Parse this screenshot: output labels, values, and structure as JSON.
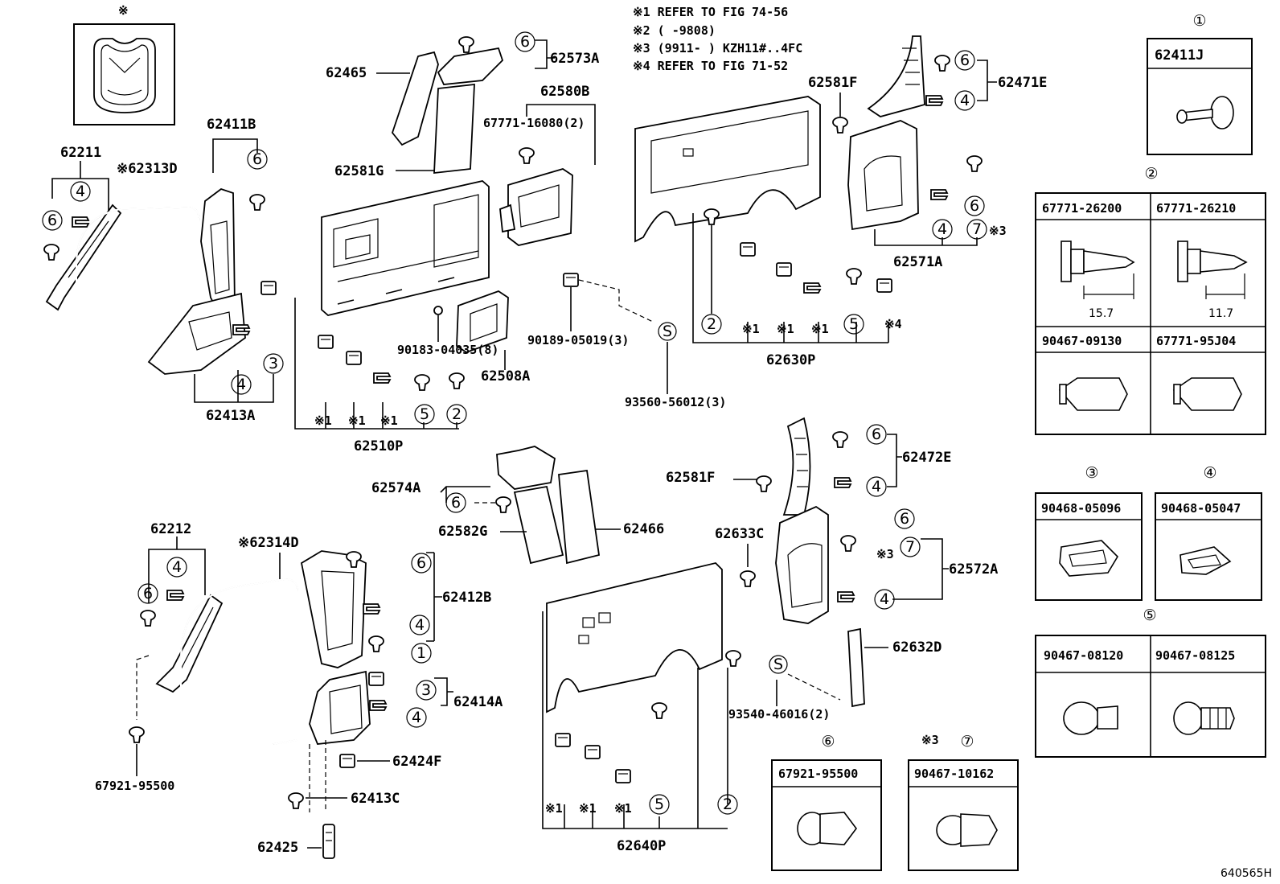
{
  "notes": {
    "n1": "※1 REFER TO FIG 74-56",
    "n2": "※2 (      -9808)",
    "n3": "※3 (9911-      ) KZH11#..4FC",
    "n4": "※4 REFER TO FIG 71-52"
  },
  "asterisk_top": "※",
  "figure_code": "640565H",
  "labels": {
    "p62465": "62465",
    "p62573A": "62573A",
    "p62580B": "62580B",
    "p67771_16080": "67771-16080(2)",
    "p62581G": "62581G",
    "p62411B": "62411B",
    "p62211": "62211",
    "p62313D": "※62313D",
    "p62413A": "62413A",
    "p62510P": "62510P",
    "p90183": "90183-04035(8)",
    "p62508A": "62508A",
    "p90189": "90189-05019(3)",
    "p93560": "93560-56012(3)",
    "p62581F_top": "62581F",
    "p62471E": "62471E",
    "p62571A": "62571A",
    "p62630P": "62630P",
    "p62574A": "62574A",
    "p62582G": "62582G",
    "p62466": "62466",
    "p62581F_mid": "62581F",
    "p62472E": "62472E",
    "p62633C": "62633C",
    "p62572A": "62572A",
    "p62632D": "62632D",
    "p93540": "93540-46016(2)",
    "p62212": "62212",
    "p62314D": "※62314D",
    "p62412B": "62412B",
    "p62414A": "62414A",
    "p62424F": "62424F",
    "p62413C": "62413C",
    "p62425": "62425",
    "p67921_left": "67921-95500",
    "p62640P": "62640P"
  },
  "markers": {
    "m1": "※1",
    "m3": "※3",
    "m4": "※4",
    "s": "S",
    "c1": "1",
    "c2": "2",
    "c3": "3",
    "c4": "4",
    "c5": "5",
    "c6": "6",
    "c7": "7"
  },
  "legend": {
    "g1": {
      "num": "①",
      "parts": [
        "62411J"
      ]
    },
    "g2": {
      "num": "②",
      "parts": [
        "67771-26200",
        "67771-26210",
        "90467-09130",
        "67771-95J04"
      ],
      "dims": [
        "15.7",
        "11.7"
      ]
    },
    "g3": {
      "num": "③",
      "parts": [
        "90468-05096"
      ]
    },
    "g4": {
      "num": "④",
      "parts": [
        "90468-05047"
      ]
    },
    "g5": {
      "num": "⑤",
      "parts": [
        "90467-08120",
        "90467-08125"
      ]
    },
    "g6": {
      "num": "⑥",
      "parts": [
        "67921-95500"
      ]
    },
    "g7": {
      "num": "⑦",
      "prefix": "※3",
      "parts": [
        "90467-10162"
      ]
    }
  }
}
